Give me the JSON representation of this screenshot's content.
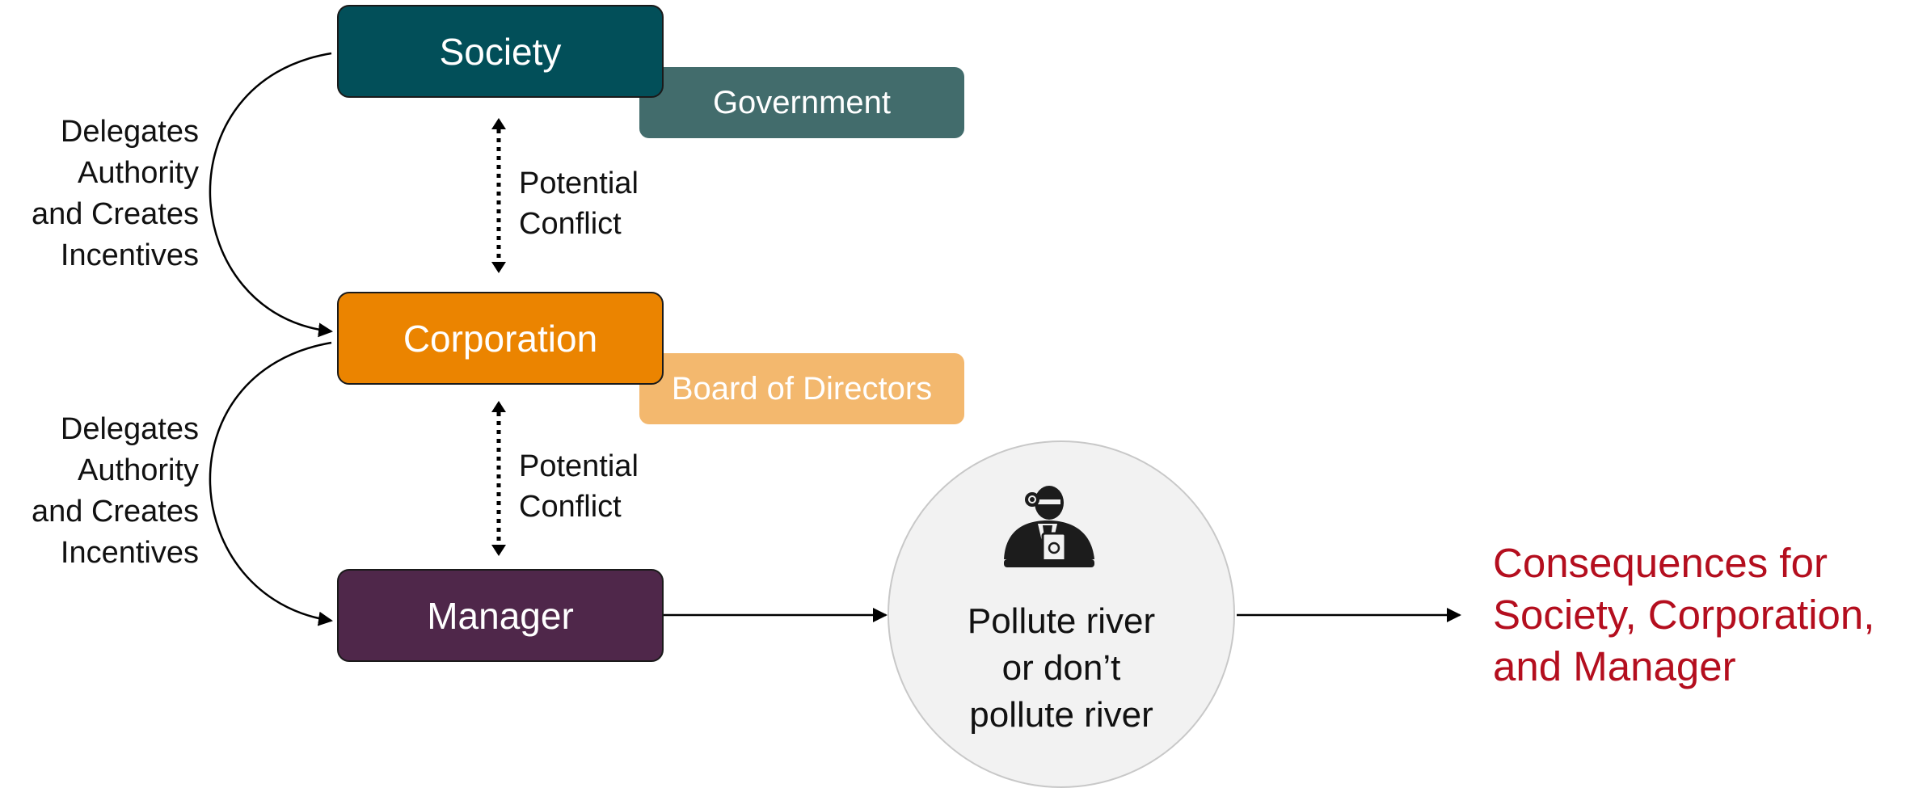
{
  "nodes": {
    "society": "Society",
    "government": "Government",
    "corporation": "Corporation",
    "board": "Board of Directors",
    "manager": "Manager"
  },
  "delegation_upper": [
    "Delegates",
    "Authority",
    "and Creates",
    "Incentives"
  ],
  "delegation_lower": [
    "Delegates",
    "Authority",
    "and Creates",
    "Incentives"
  ],
  "conflict_upper": [
    "Potential",
    "Conflict"
  ],
  "conflict_lower": [
    "Potential",
    "Conflict"
  ],
  "decision": [
    "Pollute river",
    "or don’t",
    "pollute river"
  ],
  "consequences": [
    "Consequences for",
    "Society, Corporation,",
    "and Manager"
  ],
  "icons": {
    "decision": "manager-person-icon"
  },
  "colors": {
    "society": "#024f59",
    "government": "#426c6c",
    "corporation": "#eb8400",
    "board": "#f3b86e",
    "manager": "#4f274a",
    "consequences": "#b40e1e"
  }
}
